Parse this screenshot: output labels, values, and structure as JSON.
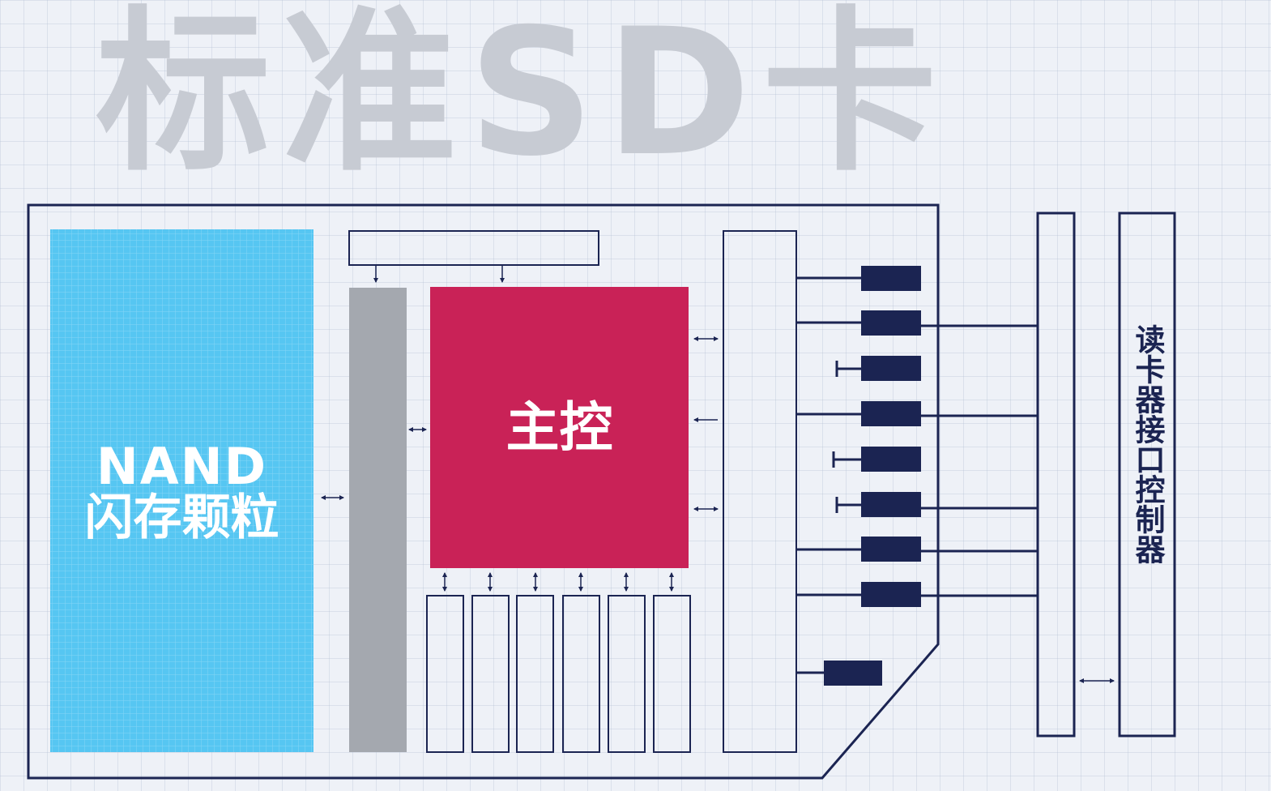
{
  "title": "标准SD卡",
  "nand": {
    "line1": "NAND",
    "line2": "闪存颗粒",
    "color": "#56c6f2"
  },
  "controller": {
    "label": "主控",
    "color": "#c92257"
  },
  "reader": {
    "label": "读卡器接口控制器"
  },
  "colors": {
    "outline": "#1b2452",
    "pin": "#1b2452",
    "bus": "#a4a8af",
    "title": "#c7cbd3"
  }
}
